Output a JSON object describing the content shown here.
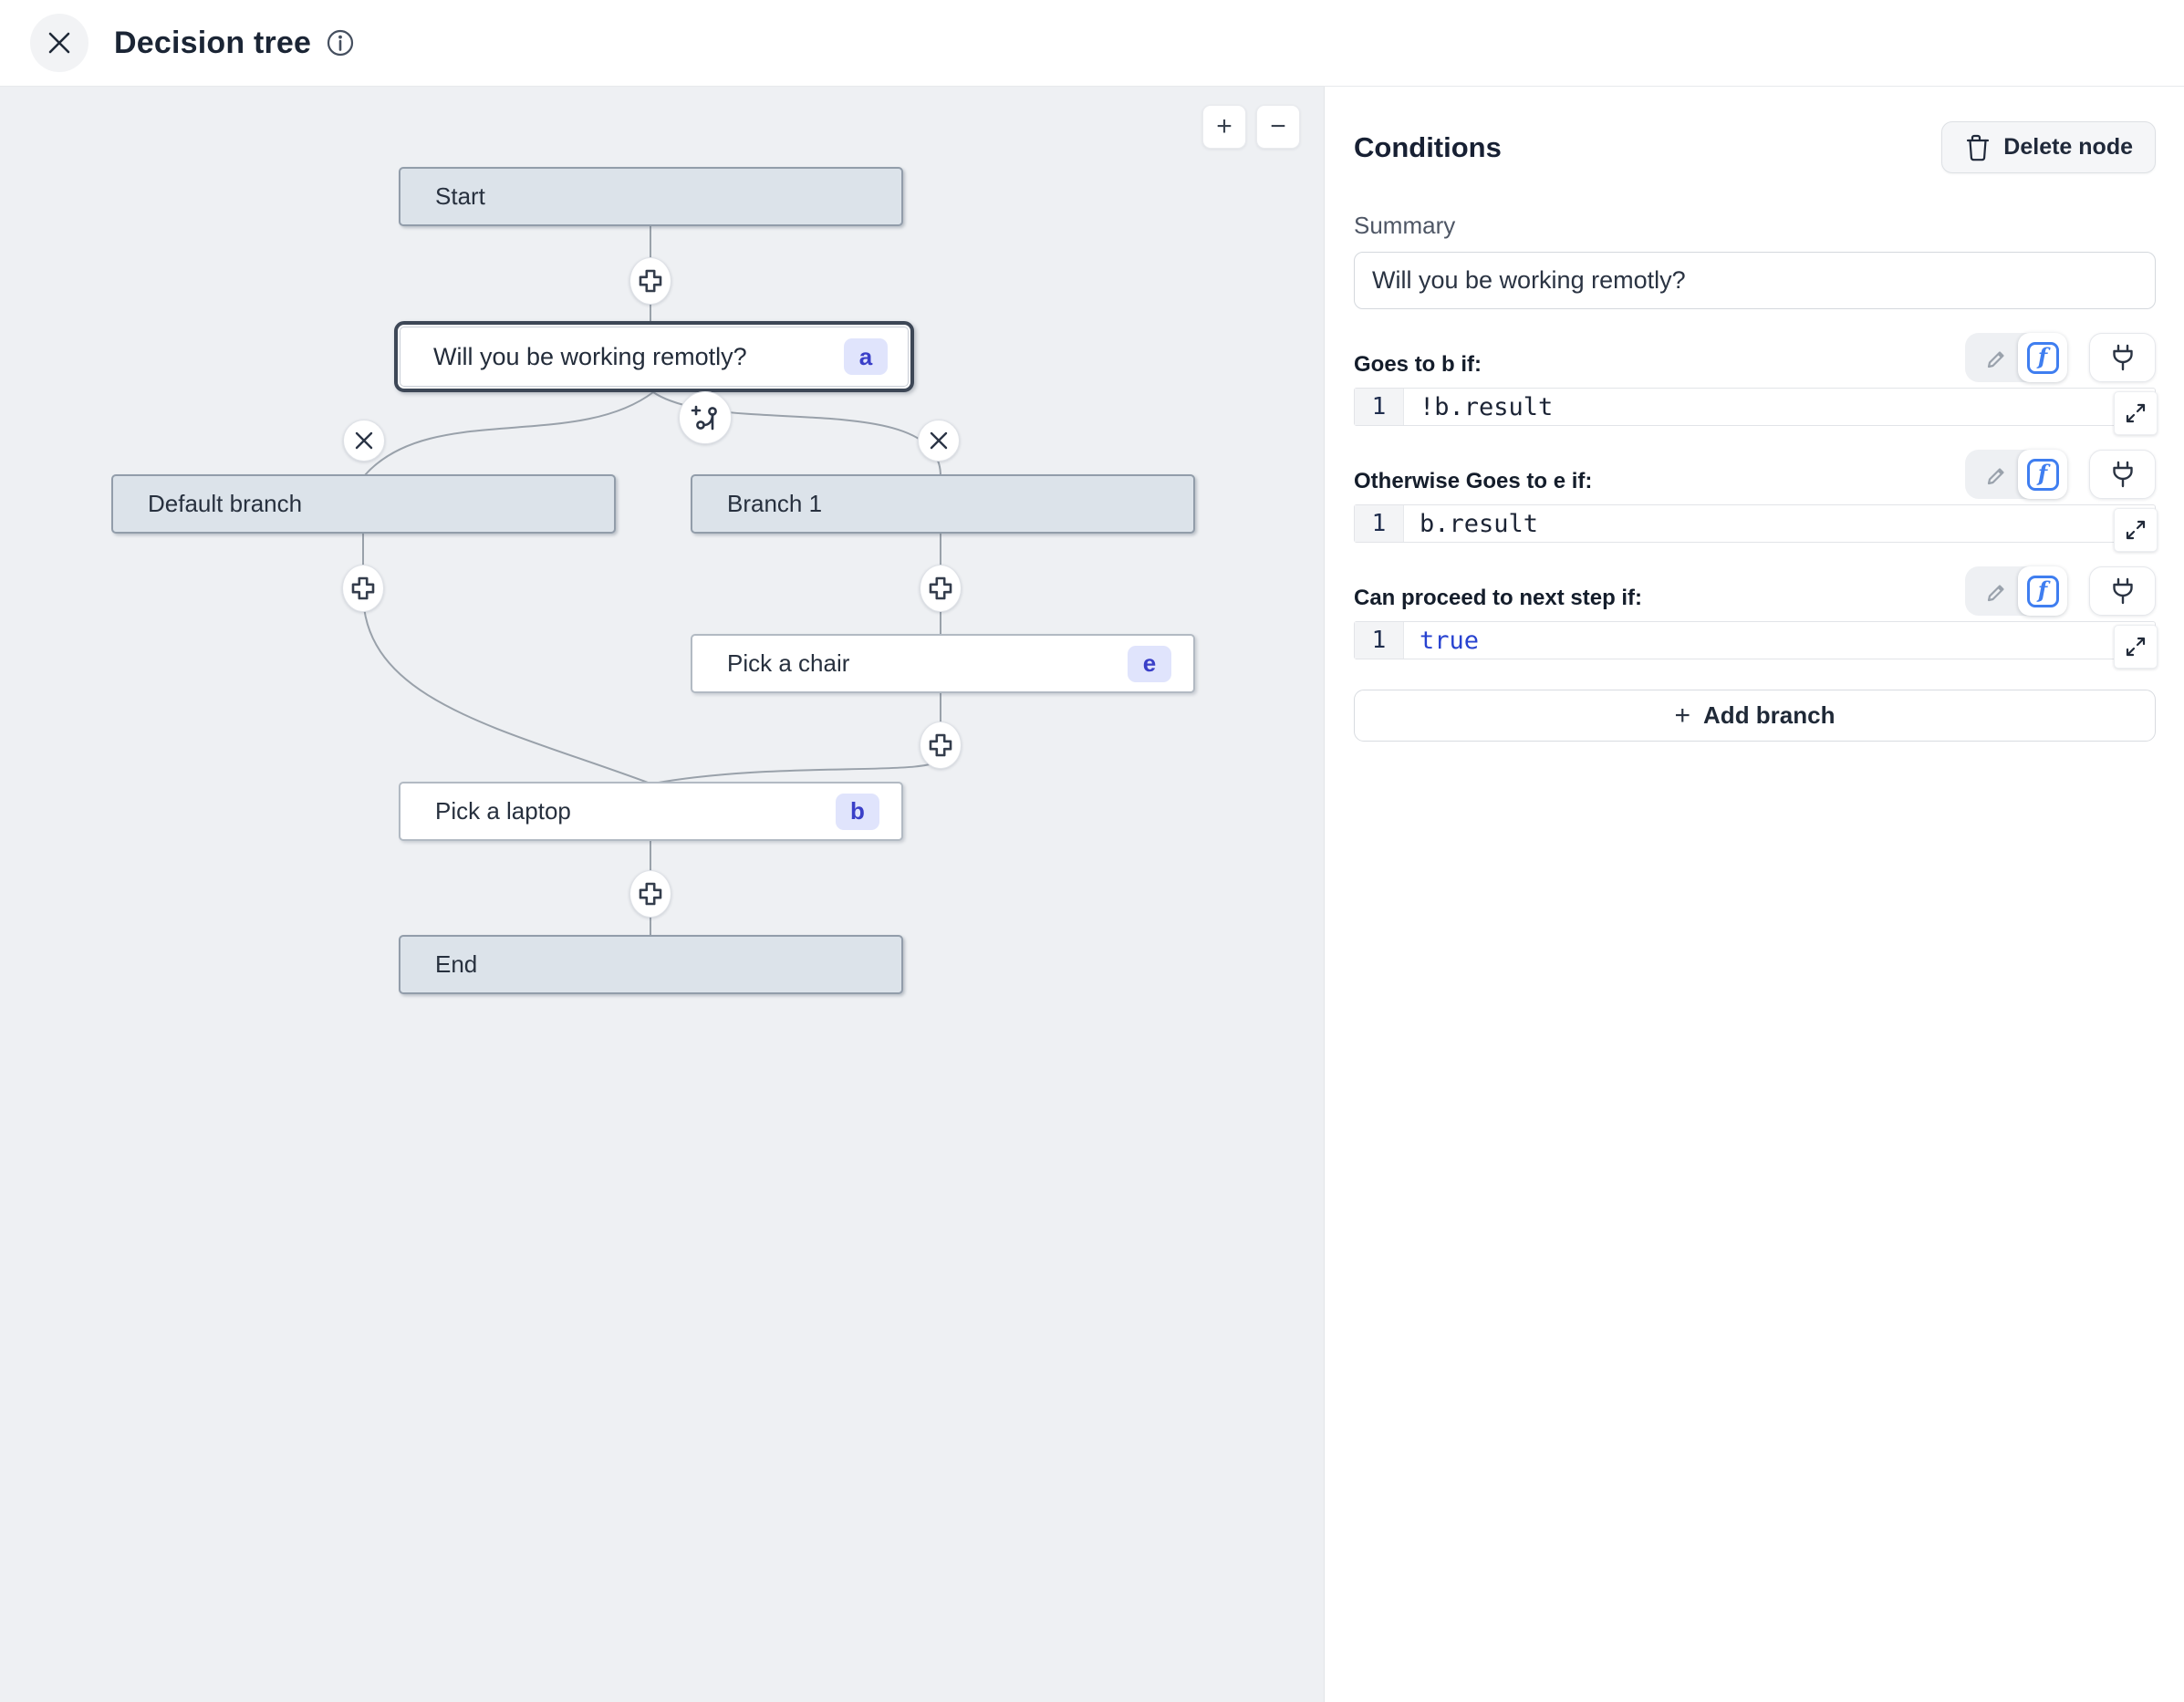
{
  "header": {
    "title": "Decision tree"
  },
  "canvas": {
    "zoom_in_label": "+",
    "zoom_out_label": "−",
    "nodes": {
      "start": {
        "label": "Start"
      },
      "question": {
        "label": "Will you be working remotly?",
        "badge": "a"
      },
      "default_branch": {
        "label": "Default branch"
      },
      "branch_1": {
        "label": "Branch 1"
      },
      "pick_chair": {
        "label": "Pick a chair",
        "badge": "e"
      },
      "pick_laptop": {
        "label": "Pick a laptop",
        "badge": "b"
      },
      "end": {
        "label": "End"
      }
    }
  },
  "panel": {
    "title": "Conditions",
    "delete_node_label": "Delete node",
    "summary_label": "Summary",
    "summary_value": "Will you be working remotly?",
    "sections": [
      {
        "label": "Goes to b if:",
        "line_number": "1",
        "code": "!b.result"
      },
      {
        "label": "Otherwise Goes to e if:",
        "line_number": "1",
        "code": "b.result"
      },
      {
        "label": "Can proceed to next step if:",
        "line_number": "1",
        "code": "true"
      }
    ],
    "add_branch_plus": "+",
    "add_branch_label": "Add branch"
  },
  "colors": {
    "accent_blue": "#3f7ef0",
    "keyword_blue": "#2742d0",
    "badge_bg": "#e0e4fc",
    "badge_text": "#3a3fc8",
    "node_gray_fill": "#dce3ea",
    "selected_border": "#3d4756",
    "canvas_bg": "#eef0f3"
  }
}
